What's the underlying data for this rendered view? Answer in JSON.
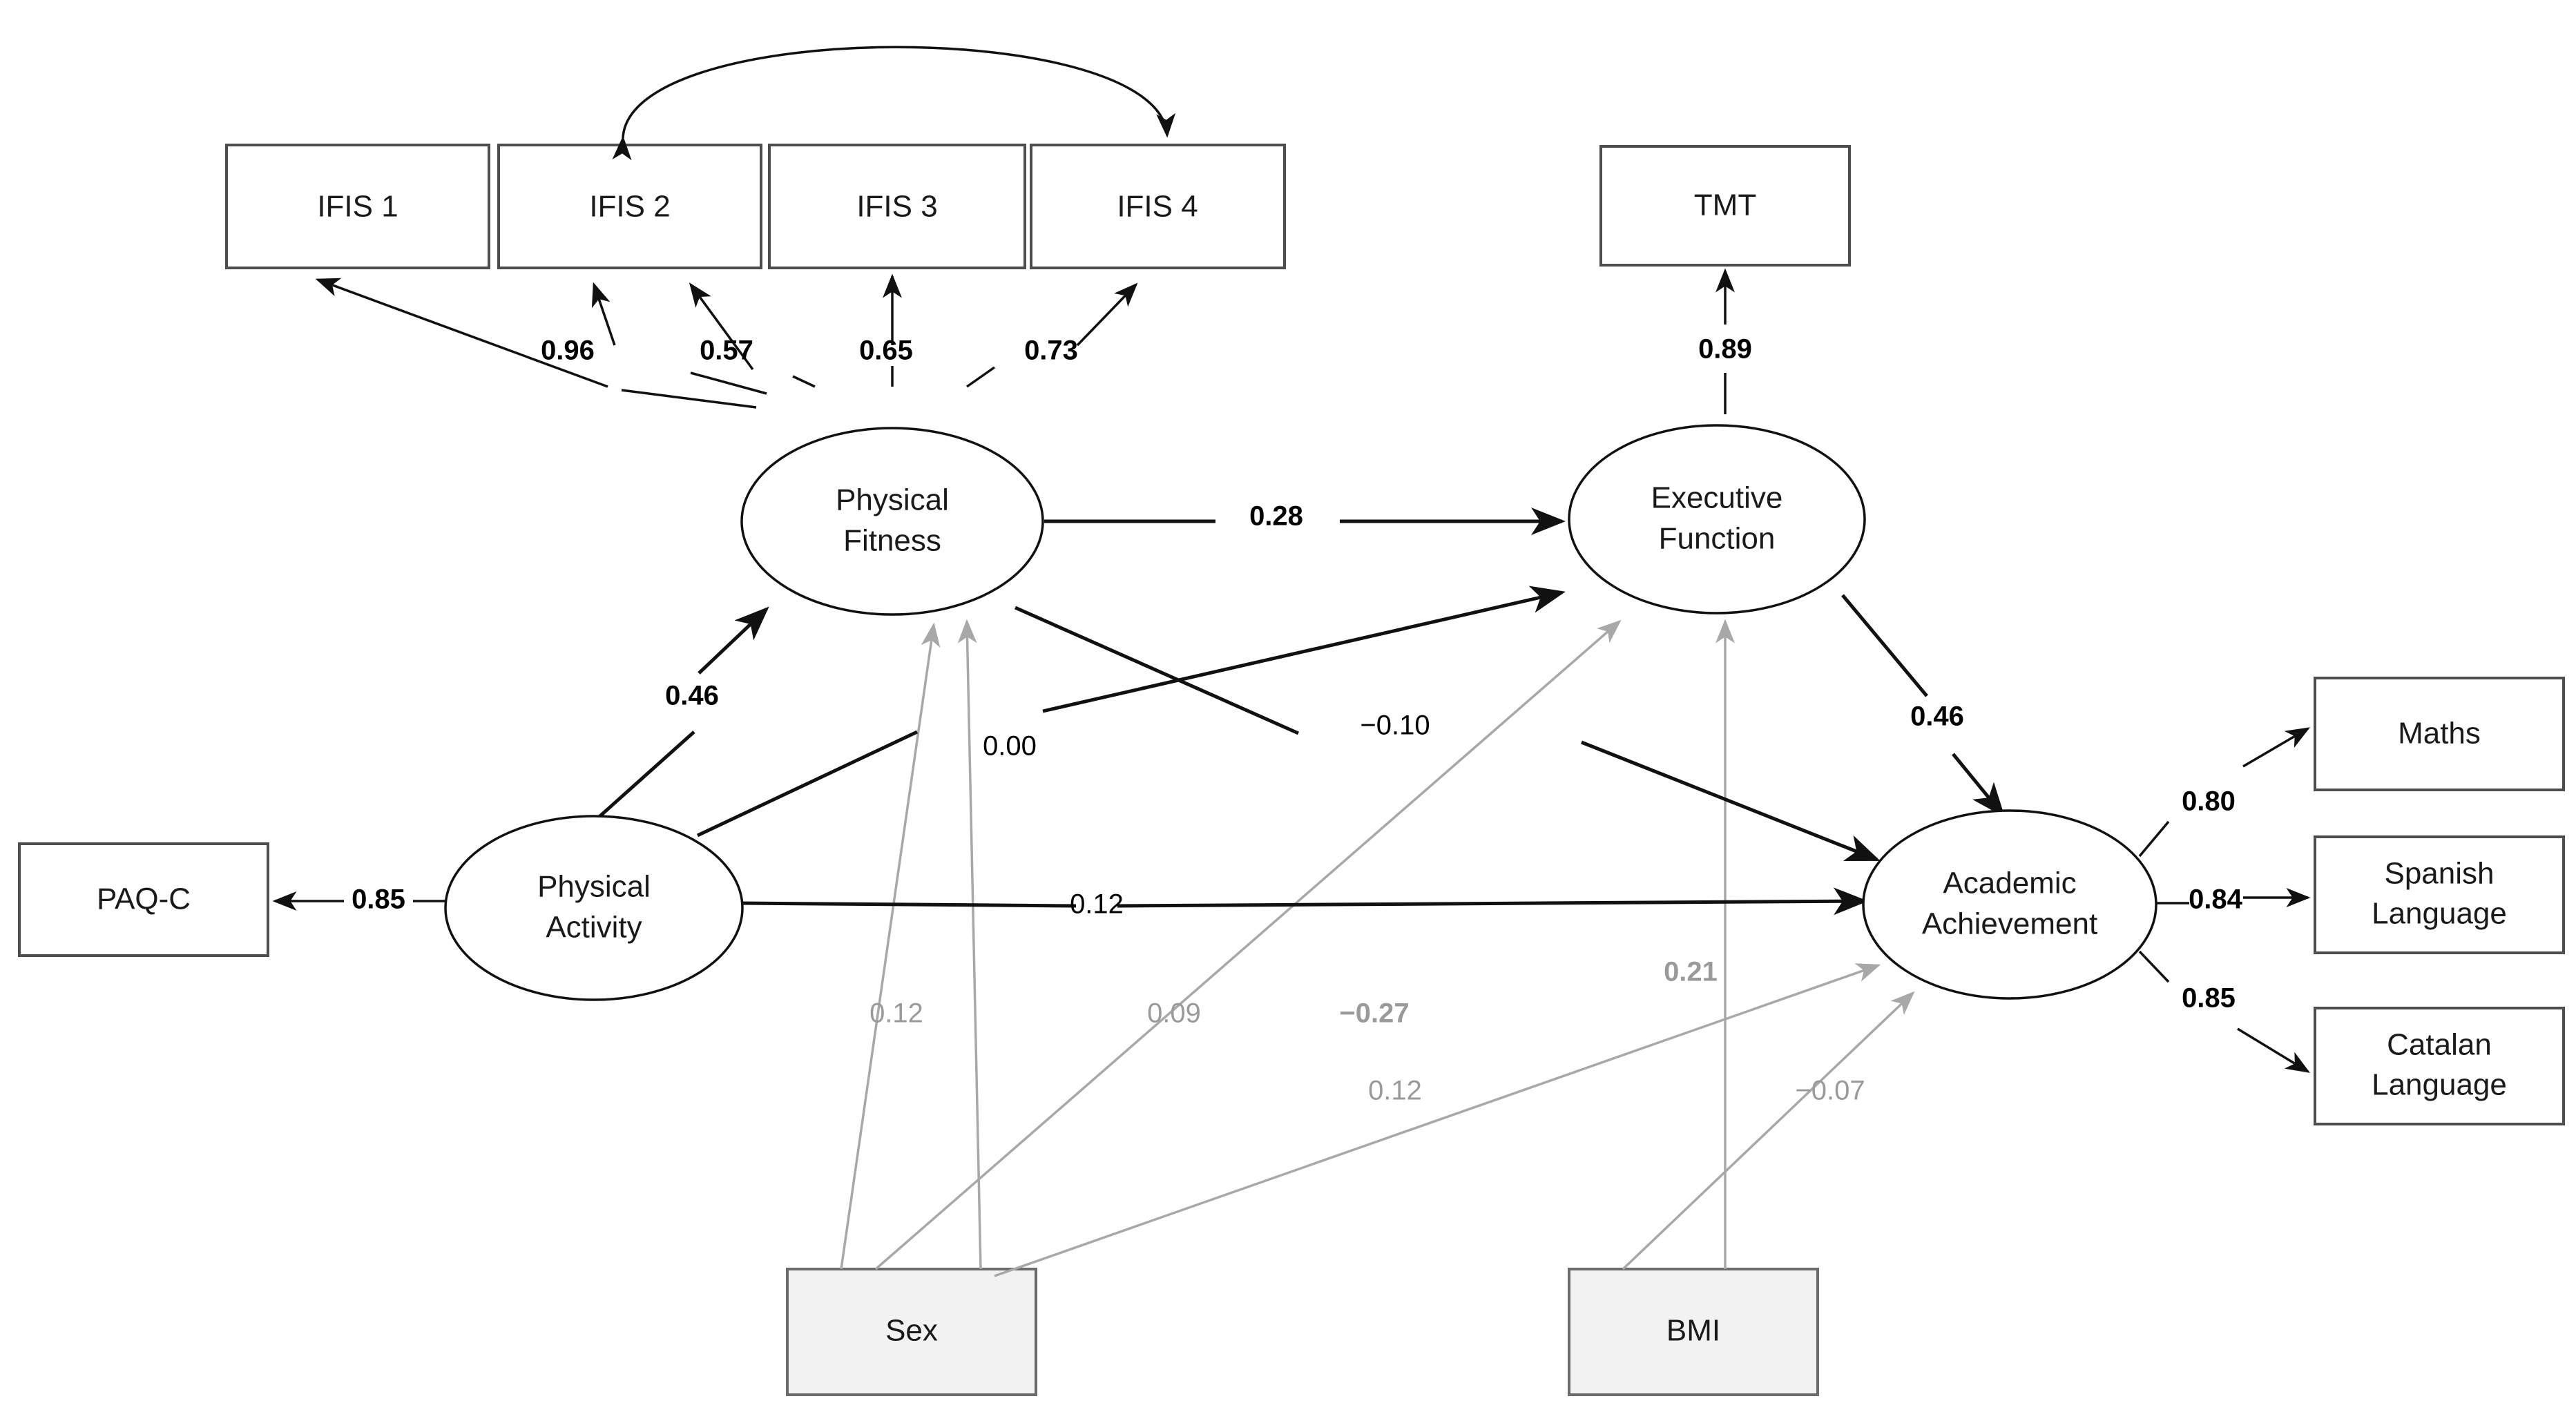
{
  "diagram": {
    "title": "Structural equation model of physical fitness, physical activity, executive function and academic achievement",
    "type": "path-diagram",
    "colors": {
      "significant_path": "#000000",
      "covariate_path": "#a8a8a8",
      "observed_box_stroke": "#4d4d4d",
      "covariate_box_fill": "#f2f2f2",
      "latent_stroke": "#111111"
    }
  },
  "nodes": {
    "observed": [
      {
        "id": "ifis1",
        "label": "IFIS 1"
      },
      {
        "id": "ifis2",
        "label": "IFIS 2"
      },
      {
        "id": "ifis3",
        "label": "IFIS 3"
      },
      {
        "id": "ifis4",
        "label": "IFIS 4"
      },
      {
        "id": "tmt",
        "label": "TMT"
      },
      {
        "id": "paqc",
        "label": "PAQ-C"
      },
      {
        "id": "maths",
        "label": "Maths"
      },
      {
        "id": "spanish",
        "label": "Spanish Language",
        "line1": "Spanish",
        "line2": "Language"
      },
      {
        "id": "catalan",
        "label": "Catalan Language",
        "line1": "Catalan",
        "line2": "Language"
      }
    ],
    "latent": [
      {
        "id": "pf",
        "label": "Physical Fitness",
        "line1": "Physical",
        "line2": "Fitness"
      },
      {
        "id": "ef",
        "label": "Executive Function",
        "line1": "Executive",
        "line2": "Function"
      },
      {
        "id": "pa",
        "label": "Physical Activity",
        "line1": "Physical",
        "line2": "Activity"
      },
      {
        "id": "aa",
        "label": "Academic Achievement",
        "line1": "Academic",
        "line2": "Achievement"
      }
    ],
    "covariates": [
      {
        "id": "sex",
        "label": "Sex"
      },
      {
        "id": "bmi",
        "label": "BMI"
      }
    ]
  },
  "chart_data": {
    "type": "diagram",
    "title": "Structural equation model path diagram",
    "measurement_loadings": [
      {
        "from": "Physical Fitness",
        "to": "IFIS 1",
        "value": "0.96",
        "style": "bold"
      },
      {
        "from": "Physical Fitness",
        "to": "IFIS 2",
        "value": "0.57",
        "style": "bold"
      },
      {
        "from": "Physical Fitness",
        "to": "IFIS 3",
        "value": "0.65",
        "style": "bold"
      },
      {
        "from": "Physical Fitness",
        "to": "IFIS 4",
        "value": "0.73",
        "style": "bold"
      },
      {
        "from": "Executive Function",
        "to": "TMT",
        "value": "0.89",
        "style": "bold"
      },
      {
        "from": "Physical Activity",
        "to": "PAQ-C",
        "value": "0.85",
        "style": "bold"
      },
      {
        "from": "Academic Achievement",
        "to": "Maths",
        "value": "0.80",
        "style": "bold"
      },
      {
        "from": "Academic Achievement",
        "to": "Spanish Language",
        "value": "0.84",
        "style": "bold"
      },
      {
        "from": "Academic Achievement",
        "to": "Catalan Language",
        "value": "0.85",
        "style": "bold"
      }
    ],
    "structural_paths": [
      {
        "from": "Physical Fitness",
        "to": "Executive Function",
        "value": "0.28",
        "style": "bold"
      },
      {
        "from": "Physical Activity",
        "to": "Physical Fitness",
        "value": "0.46",
        "style": "bold"
      },
      {
        "from": "Executive Function",
        "to": "Academic Achievement",
        "value": "0.46",
        "style": "bold"
      },
      {
        "from": "Physical Activity",
        "to": "Executive Function",
        "value": "0.00",
        "style": "plain"
      },
      {
        "from": "Physical Fitness",
        "to": "Academic Achievement",
        "value": "−0.10",
        "style": "plain"
      },
      {
        "from": "Physical Activity",
        "to": "Academic Achievement",
        "value": "0.12",
        "style": "plain"
      }
    ],
    "covariate_paths": [
      {
        "from": "Sex",
        "to": "Physical Fitness",
        "value": "0.12",
        "style": "grey"
      },
      {
        "from": "Sex",
        "to": "Executive Function",
        "value": "0.09",
        "style": "grey"
      },
      {
        "from": "Sex",
        "to": "Physical Fitness",
        "value": "−0.27",
        "style": "greybold"
      },
      {
        "from": "Sex",
        "to": "Academic Achievement",
        "value": "0.12",
        "style": "grey"
      },
      {
        "from": "BMI",
        "to": "Executive Function",
        "value": "0.21",
        "style": "greybold"
      },
      {
        "from": "BMI",
        "to": "Academic Achievement",
        "value": "−0.07",
        "style": "grey"
      }
    ],
    "covariances": [
      {
        "between": [
          "IFIS 2",
          "IFIS 4"
        ],
        "value": "",
        "style": "curved-double-arrow"
      }
    ]
  },
  "labels": {
    "l_096": "0.96",
    "l_057": "0.57",
    "l_065": "0.65",
    "l_073": "0.73",
    "l_089": "0.89",
    "l_085_paqc": "0.85",
    "l_080": "0.80",
    "l_084": "0.84",
    "l_085_cat": "0.85",
    "l_028": "0.28",
    "l_046_pa_pf": "0.46",
    "l_046_ef_aa": "0.46",
    "l_000": "0.00",
    "l_neg010": "−0.10",
    "l_012_pa_aa": "0.12",
    "l_012_sex_pf": "0.12",
    "l_009_sex": "0.09",
    "l_neg027_sex": "−0.27",
    "l_012_sex_aa": "0.12",
    "l_021_bmi": "0.21",
    "l_neg007_bmi": "−0.07"
  }
}
